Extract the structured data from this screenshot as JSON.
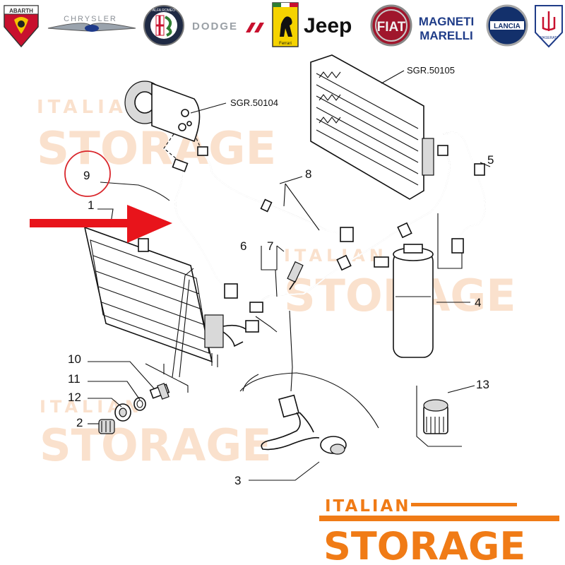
{
  "brands": [
    {
      "name": "ABARTH",
      "icon": "abarth-logo-icon"
    },
    {
      "name": "CHRYSLER",
      "icon": "chrysler-logo-icon"
    },
    {
      "name": "ALFA ROMEO",
      "icon": "alfa-romeo-logo-icon"
    },
    {
      "name": "DODGE",
      "icon": "dodge-logo-icon"
    },
    {
      "name": "Ferrari",
      "icon": "ferrari-logo-icon"
    },
    {
      "name": "Jeep",
      "icon": "jeep-logo-icon"
    },
    {
      "name": "FIAT",
      "icon": "fiat-logo-icon"
    },
    {
      "name": "MAGNETI MARELLI",
      "icon": "magneti-marelli-logo-icon"
    },
    {
      "name": "LANCIA",
      "icon": "lancia-logo-icon"
    },
    {
      "name": "MASERATI",
      "icon": "maserati-logo-icon"
    }
  ],
  "watermark": {
    "line1": "ITALIAN",
    "line2": "STORAGE"
  },
  "refs": {
    "sgr_compressor": "SGR.50104",
    "sgr_evaporator": "SGR.50105"
  },
  "callouts": [
    "1",
    "2",
    "3",
    "4",
    "5",
    "6",
    "7",
    "8",
    "9",
    "10",
    "11",
    "12",
    "13"
  ],
  "highlighted_callout": "9",
  "colors": {
    "accent": "#f07b16",
    "arrow": "#e8141b",
    "circle": "#d9262b",
    "watermark": "#f6c9a6"
  },
  "footer": {
    "line1": "ITALIAN",
    "line2": "STORAGE"
  }
}
